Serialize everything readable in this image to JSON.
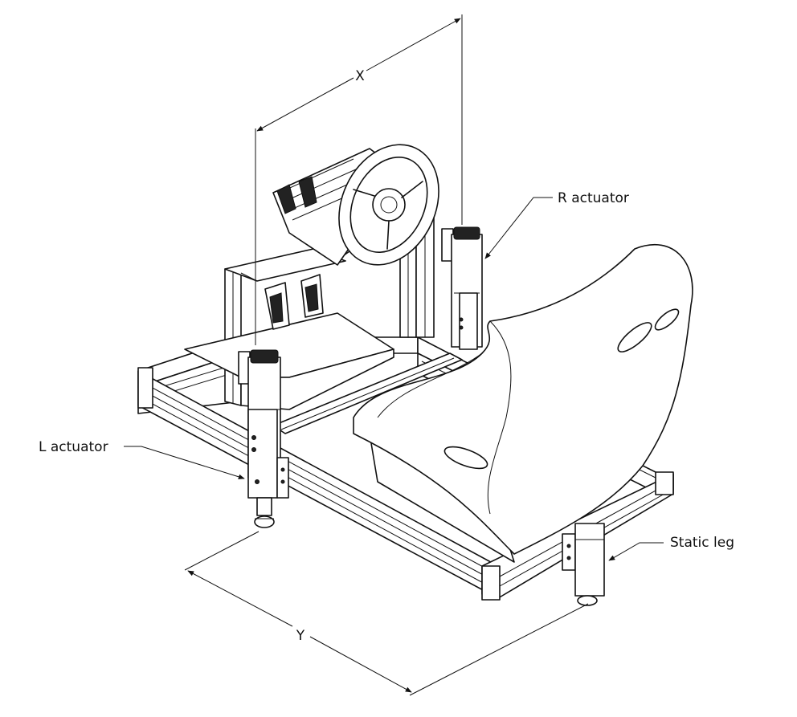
{
  "labels": {
    "x_dimension": "X",
    "y_dimension": "Y",
    "r_actuator": "R actuator",
    "l_actuator": "L actuator",
    "static_leg": "Static leg"
  }
}
